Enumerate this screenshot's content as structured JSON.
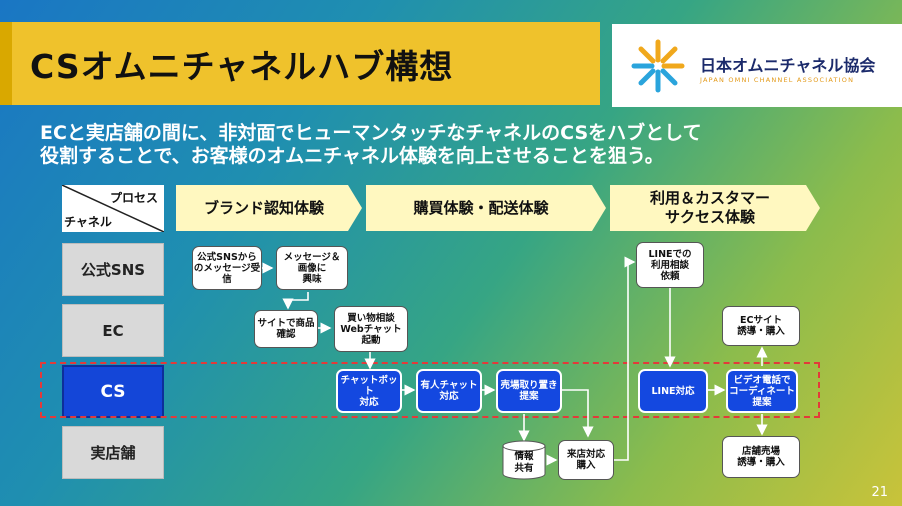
{
  "title": "CSオムニチャネルハブ構想",
  "logo": {
    "name": "日本オムニチャネル協会",
    "subtitle": "JAPAN OMNI CHANNEL ASSOCIATION",
    "icon": "asterisk-logo-icon"
  },
  "lead": {
    "line1": "ECと実店舗の間に、非対面でヒューマンタッチなチャネルのCSをハブとして",
    "line2": "役割することで、お客様のオムニチャネル体験を向上させることを狙う。"
  },
  "corner": {
    "process": "プロセス",
    "channel": "チャネル"
  },
  "phases": [
    {
      "label": "ブランド認知体験"
    },
    {
      "label": "購買体験・配送体験"
    },
    {
      "label": "利用＆カスタマー\nサクセス体験"
    }
  ],
  "rows": [
    {
      "label": "公式SNS"
    },
    {
      "label": "EC"
    },
    {
      "label": "CS"
    },
    {
      "label": "実店舗"
    }
  ],
  "nodes": {
    "sns_message": "公式SNSから\nのメッセージ受\n信",
    "msg_image": "メッセージ＆\n画像に\n興味",
    "site_check": "サイトで商品\n確認",
    "shopping_consult": "買い物相談\nWebチャット\n起動",
    "chatbot": "チャットボット\n対応",
    "manned_chat": "有人チャット\n対応",
    "store_hold": "売場取り置き\n提案",
    "info_share": "情報\n共有",
    "store_visit": "来店対応\n購入",
    "line_consult": "LINEでの\n利用相談\n依頼",
    "line_support": "LINE対応",
    "video_call": "ビデオ電話で\nコーディネート\n提案",
    "ec_site": "ECサイト\n誘導・購入",
    "store_floor": "店舗売場\n誘導・購入"
  },
  "colors": {
    "accent": "#efc22c",
    "cs_blue": "#1448e0",
    "highlight": "#e23a3a"
  },
  "page_number": "21"
}
